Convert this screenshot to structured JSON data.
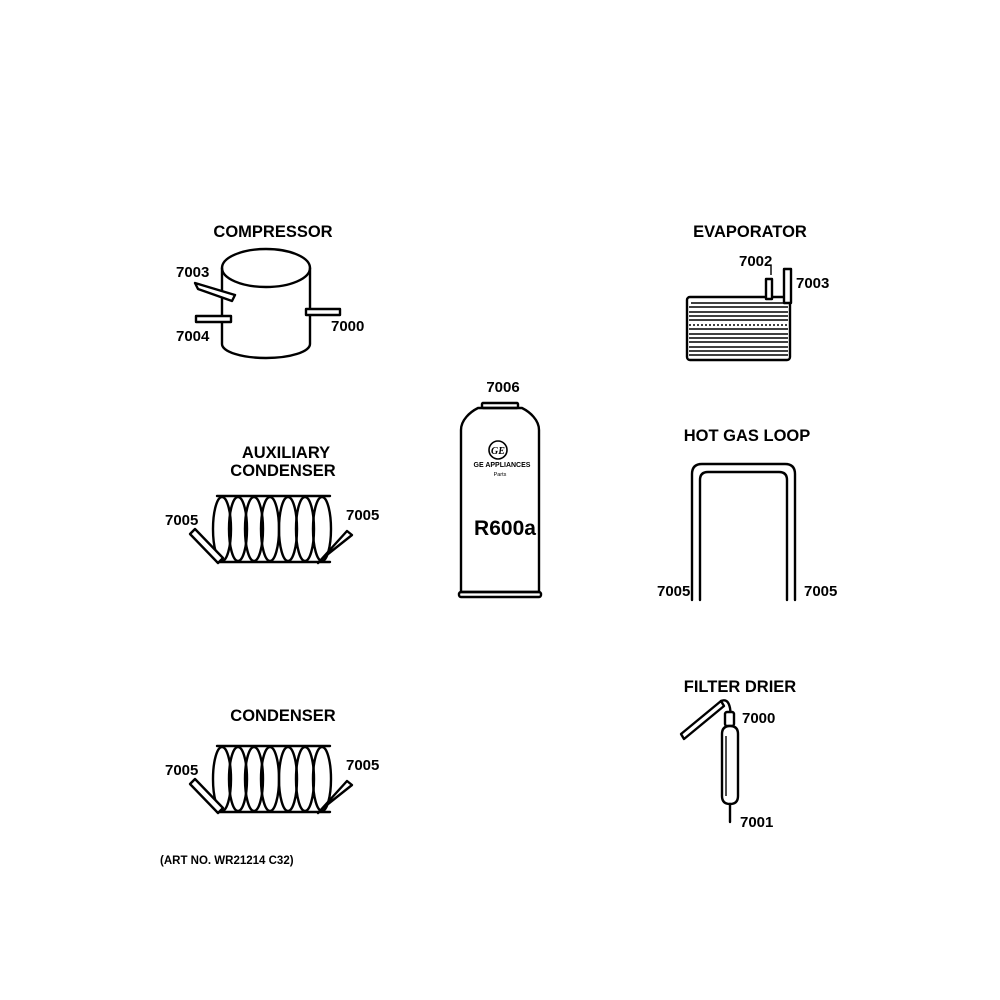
{
  "compressor": {
    "title": "COMPRESSOR",
    "part_a": "7003",
    "part_b": "7004",
    "part_c": "7000"
  },
  "evaporator": {
    "title": "EVAPORATOR",
    "part_a": "7002",
    "part_b": "7003"
  },
  "refrigerant": {
    "part": "7006",
    "brand": "GE APPLIANCES",
    "sub": "Parts",
    "gas": "R600a"
  },
  "aux_condenser": {
    "title_line1": "AUXILIARY",
    "title_line2": "CONDENSER",
    "part_left": "7005",
    "part_right": "7005"
  },
  "hot_gas_loop": {
    "title": "HOT GAS LOOP",
    "part_left": "7005",
    "part_right": "7005"
  },
  "condenser": {
    "title": "CONDENSER",
    "part_left": "7005",
    "part_right": "7005"
  },
  "filter_drier": {
    "title": "FILTER DRIER",
    "part_top": "7000",
    "part_bottom": "7001"
  },
  "art_number": "(ART NO. WR21214 C32)",
  "icons": [
    "ge-logo-icon"
  ]
}
